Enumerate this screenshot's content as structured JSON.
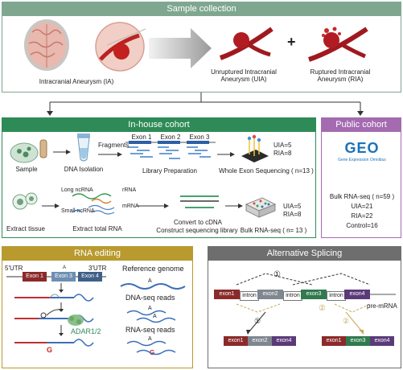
{
  "sample_collection": {
    "header": "Sample collection",
    "ia_label": "Intracranial Aneurysm (IA)",
    "uia_label": "Unruptured Intracranial Aneurysm (UIA)",
    "plus": "+",
    "ria_label": "Ruptured Intracranial Aneurysm (RIA)"
  },
  "inhouse": {
    "header": "In-house cohort",
    "sample": "Sample",
    "dna_isolation": "DNA Isolation",
    "fragments": "Fragments",
    "exon1": "Exon 1",
    "exon2": "Exon 2",
    "exon3": "Exon 3",
    "library_prep": "Library Preparation",
    "wes": "Whole Exon Sequencing ( n=13 )",
    "uia5": "UIA=5",
    "ria8": "RIA=8",
    "extract_tissue": "Extract tissue",
    "long_ncrna": "Long ncRNA",
    "small_ncrna": "Small ncRNA",
    "rrna": "rRNA",
    "mrna": "mRNA",
    "extract_total_rna": "Extract total RNA",
    "convert_cdna": "Convert to cDNA",
    "construct_lib": "Construct sequencing library",
    "bulk_rnaseq": "Bulk RNA-seq ( n= 13 )",
    "uia5b": "UIA=5",
    "ria8b": "RIA=8"
  },
  "public": {
    "header": "Public cohort",
    "geo_logo": "GEO",
    "geo_sub": "Gene Expression Omnibus",
    "bulk": "Bulk RNA-seq ( n=59 )",
    "uia": "UIA=21",
    "ria": "RIA=22",
    "control": "Control=16"
  },
  "rna_editing": {
    "header": "RNA editing",
    "utr5": "5'UTR",
    "utr3": "3'UTR",
    "exon1": "Exon 1",
    "exon3": "Exon 3",
    "exon4": "Exon 4",
    "a_mark": "A",
    "adar": "ADAR1/2",
    "g_mark": "G",
    "ref_genome": "Reference genome",
    "dna_reads": "DNA-seq reads",
    "rna_reads": "RNA-seq reads",
    "ref_a": "A",
    "dna_a1": "A",
    "dna_a2": "A",
    "rna_a": "A",
    "rna_g": "G"
  },
  "alt_splicing": {
    "header": "Alternative Splicing",
    "exon1": "exon1",
    "intron1": "intron",
    "exon2": "exon2",
    "intron2": "intron",
    "exon3": "exon3",
    "intron3": "intron",
    "exon4": "exon4",
    "pre_mrna": "pre-mRNA",
    "path1": "①",
    "path2": "②",
    "p1_arrow": "①",
    "p2_arrow": "②",
    "iso1_e1": "exon1",
    "iso1_e2": "exon2",
    "iso1_e4": "exon4",
    "iso2_e1": "exon1",
    "iso2_e3": "exon3",
    "iso2_e4": "exon4"
  },
  "colors": {
    "sample_header": "#7fa790",
    "inhouse_header": "#2e8b57",
    "public_header": "#a46bb0",
    "rna_header": "#b89a2e",
    "alt_header": "#6e6e6e",
    "exon_dark_red": "#8b2a2a",
    "exon_grey": "#7f8790",
    "exon_green": "#2f7a4e",
    "exon_purple": "#5b3a7a",
    "aneurysm_red": "#a0191e"
  }
}
